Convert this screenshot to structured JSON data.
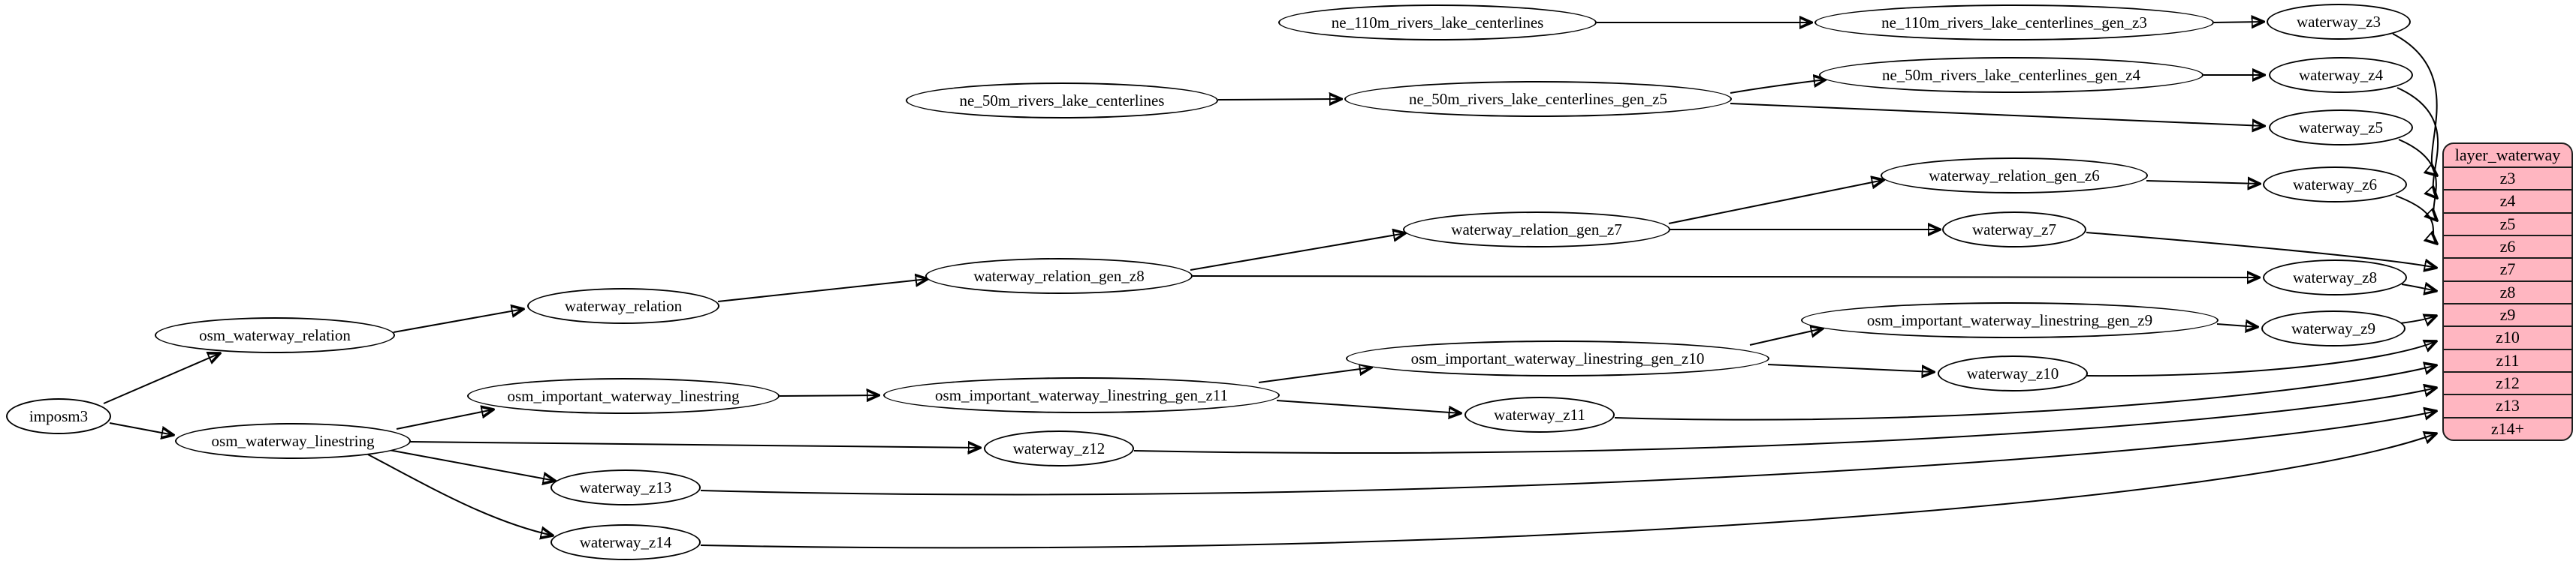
{
  "diagram": {
    "background_color": "#ffffff",
    "node_fill": "#ffffff",
    "node_stroke": "#000000",
    "edge_color": "#000000"
  },
  "nodes": {
    "imposm3": "imposm3",
    "osm_waterway_relation": "osm_waterway_relation",
    "osm_waterway_linestring": "osm_waterway_linestring",
    "waterway_relation": "waterway_relation",
    "osm_important_waterway_linestring": "osm_important_waterway_linestring",
    "waterway_relation_gen_z8": "waterway_relation_gen_z8",
    "waterway_relation_gen_z7": "waterway_relation_gen_z7",
    "waterway_relation_gen_z6": "waterway_relation_gen_z6",
    "ne_110m_rivers_lake_centerlines": "ne_110m_rivers_lake_centerlines",
    "ne_110m_rivers_lake_centerlines_gen_z3": "ne_110m_rivers_lake_centerlines_gen_z3",
    "ne_50m_rivers_lake_centerlines": "ne_50m_rivers_lake_centerlines",
    "ne_50m_rivers_lake_centerlines_gen_z5": "ne_50m_rivers_lake_centerlines_gen_z5",
    "ne_50m_rivers_lake_centerlines_gen_z4": "ne_50m_rivers_lake_centerlines_gen_z4",
    "osm_important_waterway_linestring_gen_z11": "osm_important_waterway_linestring_gen_z11",
    "osm_important_waterway_linestring_gen_z10": "osm_important_waterway_linestring_gen_z10",
    "osm_important_waterway_linestring_gen_z9": "osm_important_waterway_linestring_gen_z9",
    "waterway_z3": "waterway_z3",
    "waterway_z4": "waterway_z4",
    "waterway_z5": "waterway_z5",
    "waterway_z6": "waterway_z6",
    "waterway_z7": "waterway_z7",
    "waterway_z8": "waterway_z8",
    "waterway_z9": "waterway_z9",
    "waterway_z10": "waterway_z10",
    "waterway_z11": "waterway_z11",
    "waterway_z12": "waterway_z12",
    "waterway_z13": "waterway_z13",
    "waterway_z14": "waterway_z14"
  },
  "table": {
    "title": "layer_waterway",
    "rows": [
      "z3",
      "z4",
      "z5",
      "z6",
      "z7",
      "z8",
      "z9",
      "z10",
      "z11",
      "z12",
      "z13",
      "z14+"
    ],
    "fill": "#ffb6c1",
    "stroke": "#1c1c1c"
  },
  "edges": [
    {
      "from": "imposm3",
      "to": "osm_waterway_relation"
    },
    {
      "from": "imposm3",
      "to": "osm_waterway_linestring"
    },
    {
      "from": "osm_waterway_relation",
      "to": "waterway_relation"
    },
    {
      "from": "waterway_relation",
      "to": "waterway_relation_gen_z8"
    },
    {
      "from": "waterway_relation_gen_z8",
      "to": "waterway_relation_gen_z7"
    },
    {
      "from": "waterway_relation_gen_z8",
      "to": "waterway_z8"
    },
    {
      "from": "waterway_relation_gen_z7",
      "to": "waterway_relation_gen_z6"
    },
    {
      "from": "waterway_relation_gen_z7",
      "to": "waterway_z7"
    },
    {
      "from": "waterway_relation_gen_z6",
      "to": "waterway_z6"
    },
    {
      "from": "ne_110m_rivers_lake_centerlines",
      "to": "ne_110m_rivers_lake_centerlines_gen_z3"
    },
    {
      "from": "ne_110m_rivers_lake_centerlines_gen_z3",
      "to": "waterway_z3"
    },
    {
      "from": "ne_50m_rivers_lake_centerlines",
      "to": "ne_50m_rivers_lake_centerlines_gen_z5"
    },
    {
      "from": "ne_50m_rivers_lake_centerlines_gen_z5",
      "to": "ne_50m_rivers_lake_centerlines_gen_z4"
    },
    {
      "from": "ne_50m_rivers_lake_centerlines_gen_z5",
      "to": "waterway_z5"
    },
    {
      "from": "ne_50m_rivers_lake_centerlines_gen_z4",
      "to": "waterway_z4"
    },
    {
      "from": "osm_waterway_linestring",
      "to": "osm_important_waterway_linestring"
    },
    {
      "from": "osm_waterway_linestring",
      "to": "waterway_z12"
    },
    {
      "from": "osm_waterway_linestring",
      "to": "waterway_z13"
    },
    {
      "from": "osm_waterway_linestring",
      "to": "waterway_z14"
    },
    {
      "from": "osm_important_waterway_linestring",
      "to": "osm_important_waterway_linestring_gen_z11"
    },
    {
      "from": "osm_important_waterway_linestring_gen_z11",
      "to": "osm_important_waterway_linestring_gen_z10"
    },
    {
      "from": "osm_important_waterway_linestring_gen_z11",
      "to": "waterway_z11"
    },
    {
      "from": "osm_important_waterway_linestring_gen_z10",
      "to": "osm_important_waterway_linestring_gen_z9"
    },
    {
      "from": "osm_important_waterway_linestring_gen_z10",
      "to": "waterway_z10"
    },
    {
      "from": "osm_important_waterway_linestring_gen_z9",
      "to": "waterway_z9"
    },
    {
      "from": "waterway_z3",
      "to": "layer_waterway.z3"
    },
    {
      "from": "waterway_z4",
      "to": "layer_waterway.z4"
    },
    {
      "from": "waterway_z5",
      "to": "layer_waterway.z5"
    },
    {
      "from": "waterway_z6",
      "to": "layer_waterway.z6"
    },
    {
      "from": "waterway_z7",
      "to": "layer_waterway.z7"
    },
    {
      "from": "waterway_z8",
      "to": "layer_waterway.z8"
    },
    {
      "from": "waterway_z9",
      "to": "layer_waterway.z9"
    },
    {
      "from": "waterway_z10",
      "to": "layer_waterway.z10"
    },
    {
      "from": "waterway_z11",
      "to": "layer_waterway.z11"
    },
    {
      "from": "waterway_z12",
      "to": "layer_waterway.z12"
    },
    {
      "from": "waterway_z13",
      "to": "layer_waterway.z13"
    },
    {
      "from": "waterway_z14",
      "to": "layer_waterway.z14+"
    }
  ]
}
